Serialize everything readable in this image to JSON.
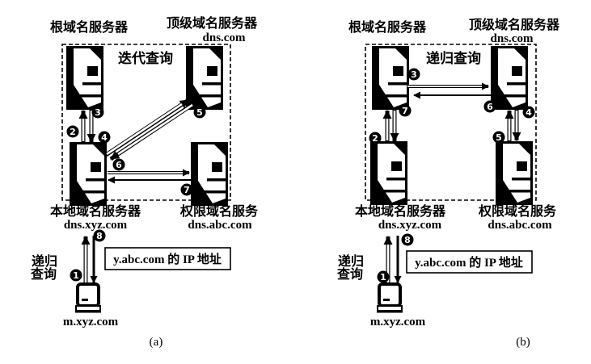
{
  "style": {
    "ink": "#000000",
    "paper": "#ffffff"
  },
  "figure": {
    "diagrams": [
      {
        "caption": "(a)",
        "mode_label": "迭代查询",
        "root_server": "根域名服务器",
        "tld_server": "顶级域名服务器",
        "tld_domain": "dns.com",
        "local_server": "本地域名服务器",
        "local_domain": "dns.xyz.com",
        "auth_server": "权限域名服务",
        "auth_domain": "dns.abc.com",
        "recursive_line1": "递归",
        "recursive_line2": "查询",
        "ip_result": "y.abc.com 的 IP 地址",
        "host": "m.xyz.com",
        "steps": [
          "1",
          "2",
          "3",
          "4",
          "5",
          "6",
          "7",
          "8"
        ]
      },
      {
        "caption": "(b)",
        "mode_label": "递归查询",
        "root_server": "根域名服务器",
        "tld_server": "顶级域名服务器",
        "tld_domain": "dns.com",
        "local_server": "本地域名服务器",
        "local_domain": "dns.xyz.com",
        "auth_server": "权限域名服务",
        "auth_domain": "dns.abc.com",
        "recursive_line1": "递归",
        "recursive_line2": "查询",
        "ip_result": "y.abc.com 的 IP 地址",
        "host": "m.xyz.com",
        "steps": [
          "1",
          "2",
          "3",
          "4",
          "5",
          "6",
          "7",
          "8"
        ]
      }
    ]
  }
}
